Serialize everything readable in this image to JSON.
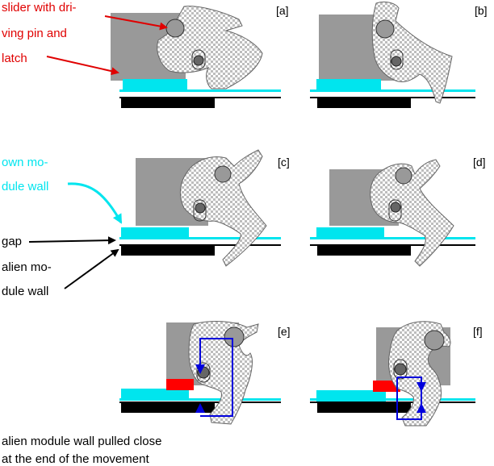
{
  "panels": [
    {
      "id": "[a]"
    },
    {
      "id": "[b]"
    },
    {
      "id": "[c]"
    },
    {
      "id": "[d]"
    },
    {
      "id": "[e]"
    },
    {
      "id": "[f]"
    }
  ],
  "annotations": {
    "slider_line1": "slider with dri-",
    "slider_line2": "ving pin and",
    "latch": "latch",
    "own_wall_line1": "own mo-",
    "own_wall_line2": "dule wall",
    "gap": "gap",
    "alien_wall_line1": "alien mo-",
    "alien_wall_line2": "dule wall",
    "footer_line1": "alien module wall pulled close",
    "footer_line2": "at the end of the movement"
  },
  "colors": {
    "slider": "#999999",
    "own_wall": "#00e5ee",
    "alien_wall": "#000000",
    "latch_fill": "#d0d0d0",
    "label_red": "#e00000",
    "label_cyan": "#00e5ee",
    "path_blue": "#0000dd",
    "stop_red": "#ff0000"
  }
}
